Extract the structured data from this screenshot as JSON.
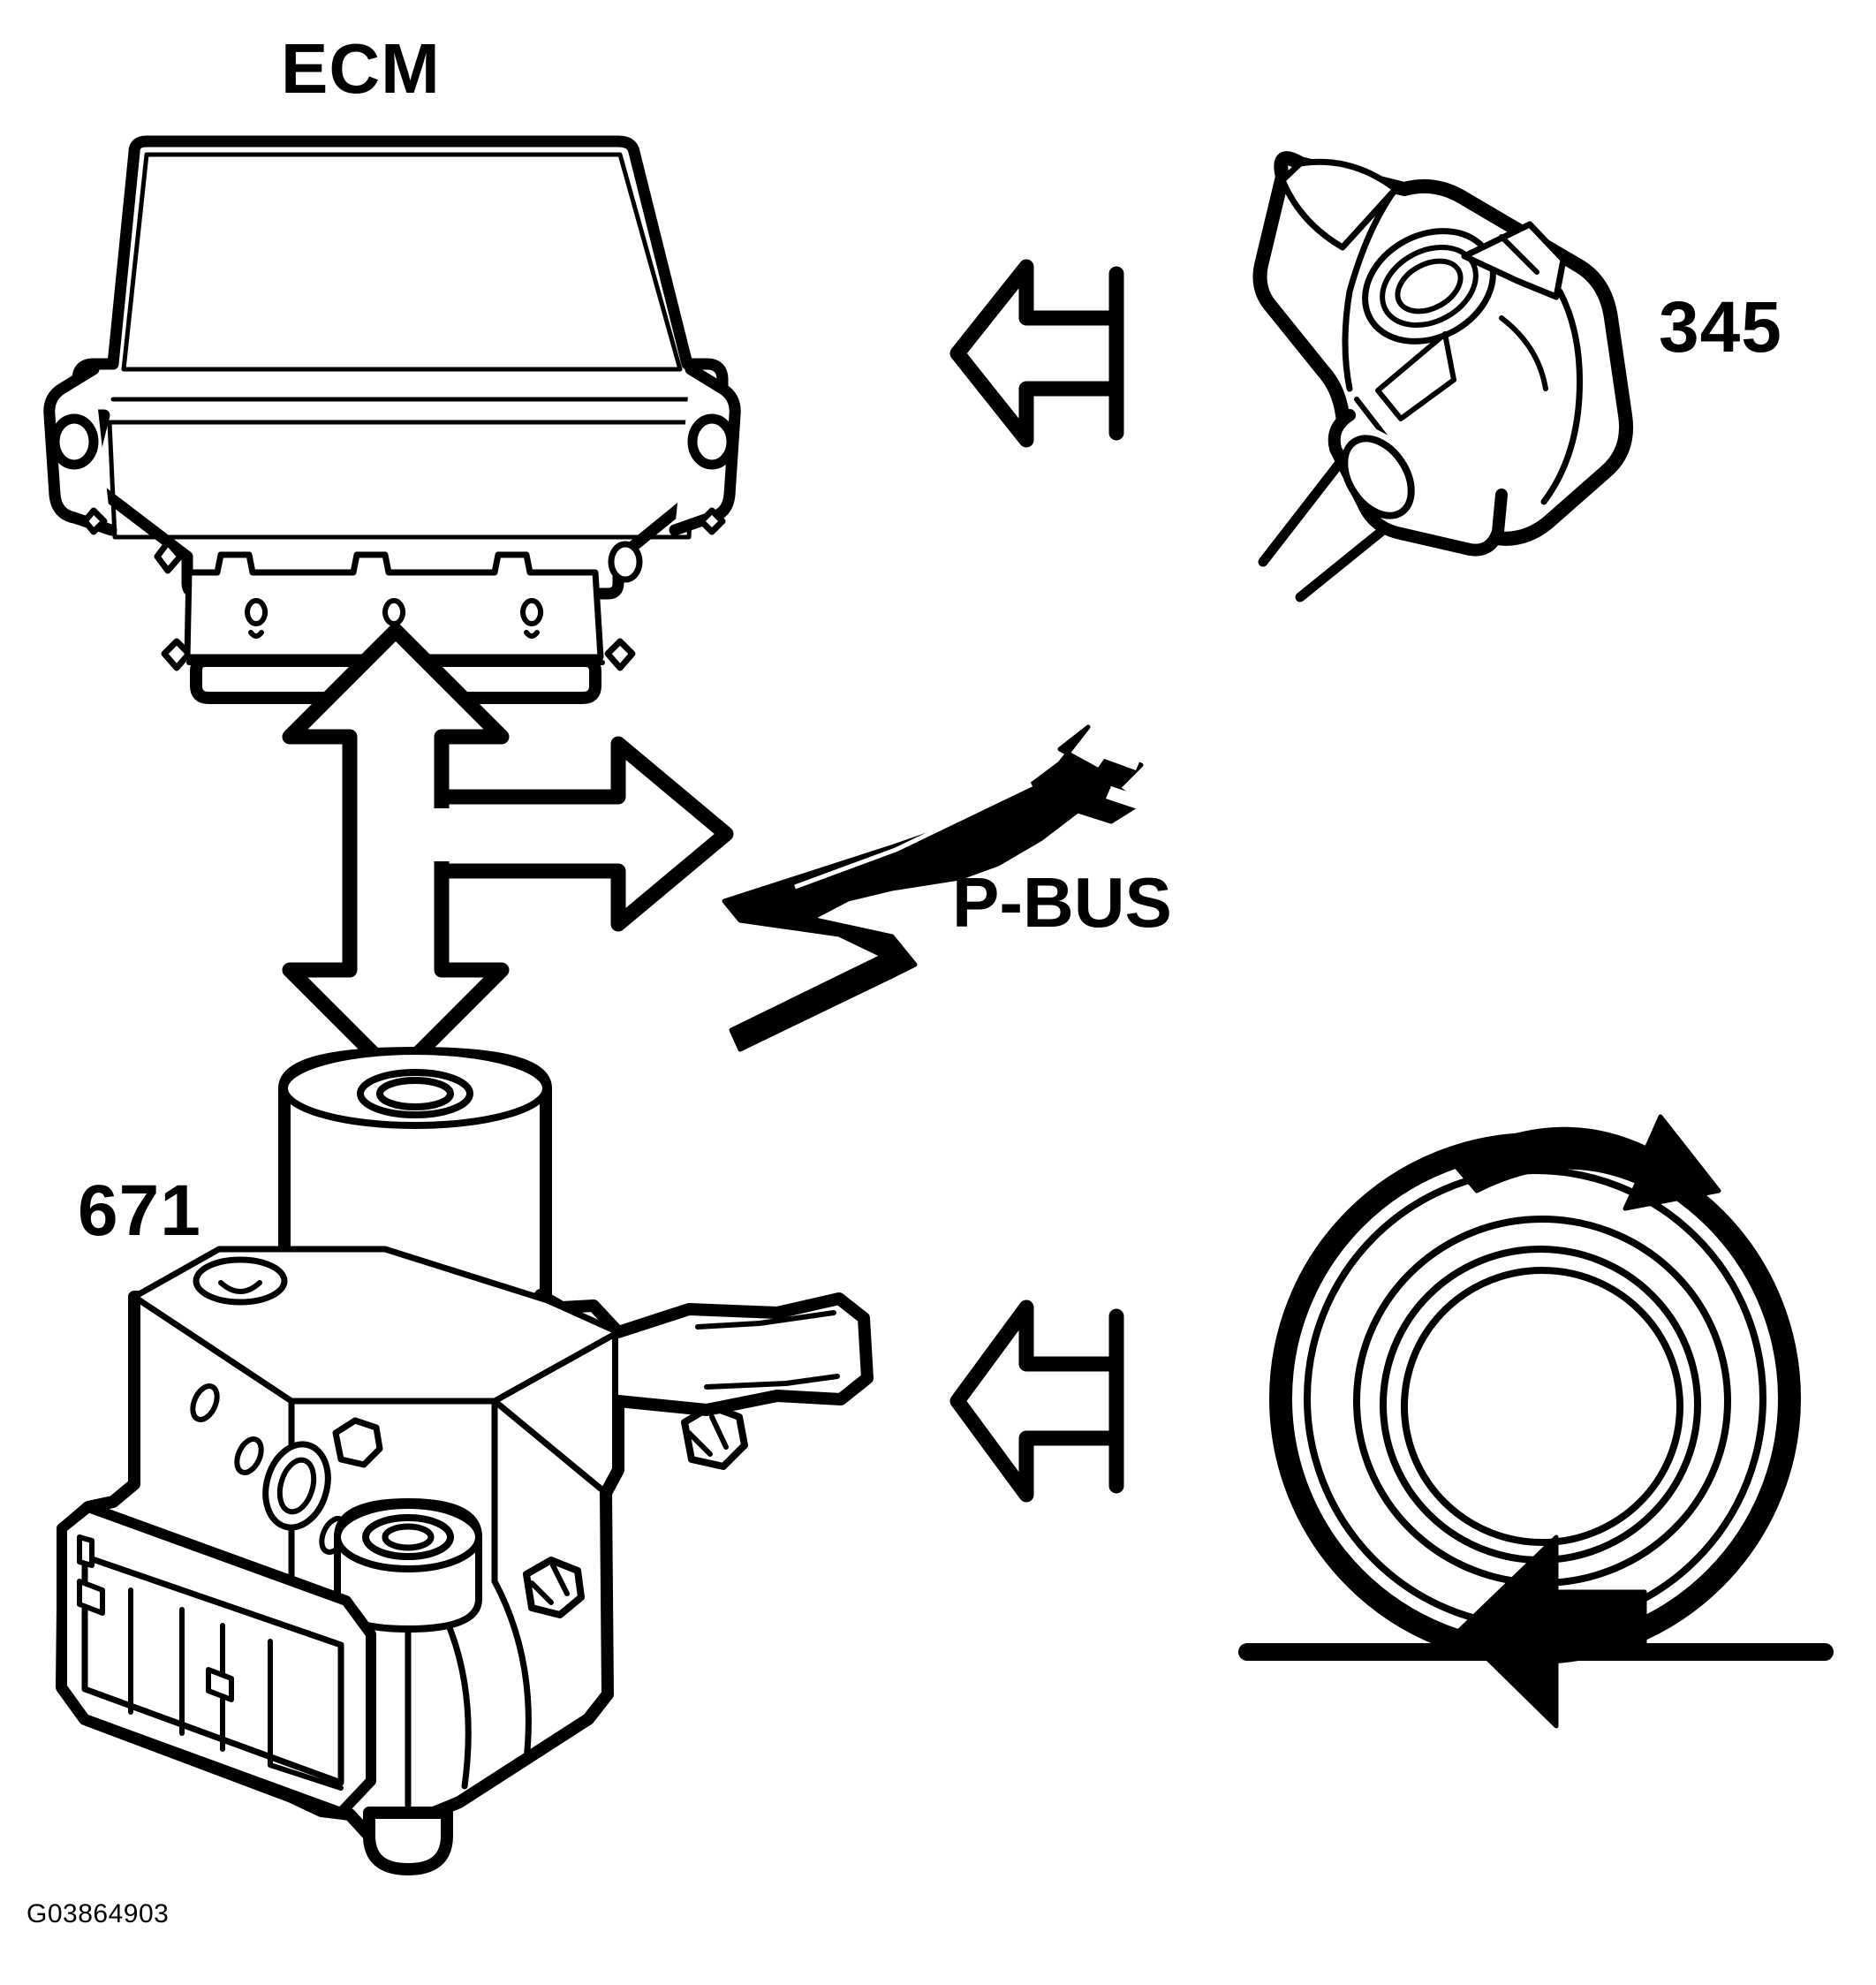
{
  "figure": {
    "code": "G03864903",
    "ink_color": "#000000",
    "background_color": "#ffffff"
  },
  "labels": {
    "ecm": "ECM",
    "sensor_number": "345",
    "bus": "P-BUS",
    "hydraulic_unit_number": "671"
  },
  "components": [
    {
      "name": "ecm-module",
      "label": "ECM"
    },
    {
      "name": "wheel-speed-sensor",
      "label": "345"
    },
    {
      "name": "pbus-connector",
      "label": "P-BUS"
    },
    {
      "name": "abs-hydraulic-unit",
      "label": "671"
    },
    {
      "name": "wheel-tire",
      "label": ""
    }
  ],
  "arrows": [
    {
      "name": "arrow-sensor-to-ecm",
      "direction": "left",
      "style": "outline"
    },
    {
      "name": "arrow-ecm-to-hydraulic-unit",
      "direction": "up-down",
      "style": "outline"
    },
    {
      "name": "arrow-branch-to-pbus",
      "direction": "right",
      "style": "outline"
    },
    {
      "name": "arrow-wheel-to-hydraulic-unit",
      "direction": "left",
      "style": "outline"
    },
    {
      "name": "arrow-wheel-rotation",
      "direction": "clockwise",
      "style": "solid"
    },
    {
      "name": "arrow-wheel-load",
      "direction": "left",
      "style": "solid"
    }
  ]
}
